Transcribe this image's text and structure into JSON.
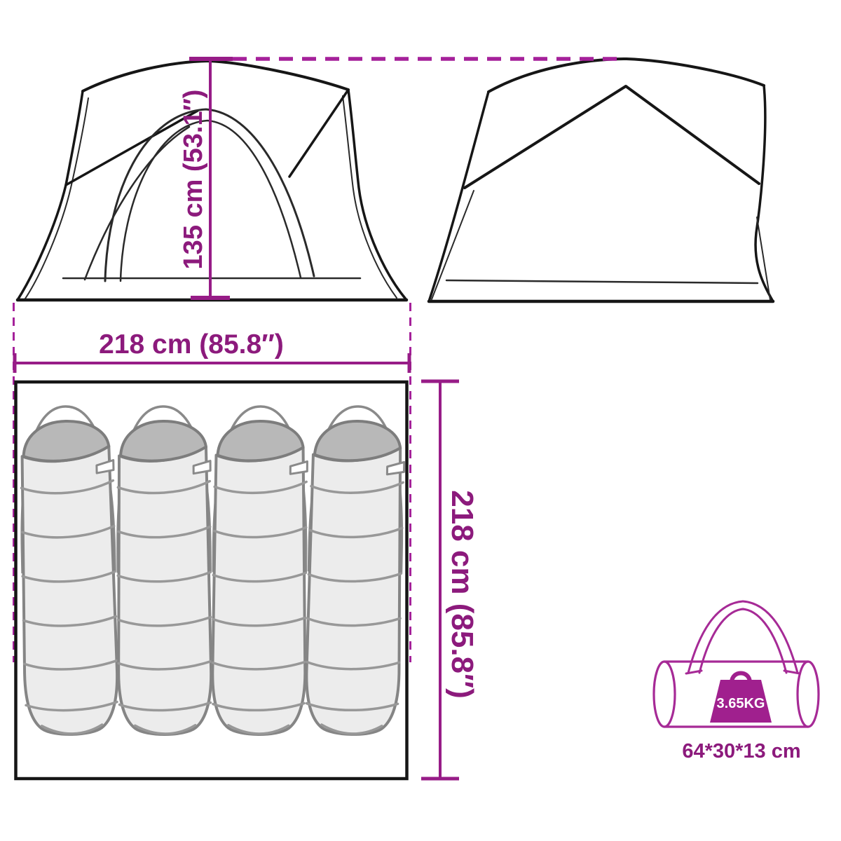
{
  "diagram": {
    "type": "product-dimension-diagram",
    "subject": "camping tent with sleeping capacity and packed carry bag",
    "views": {
      "front_view": "tent front elevation with inner dome and door",
      "back_view": "tent rear elevation",
      "floor_plan": "tent footprint containing 4 sleeping bags",
      "carry_bag": "packed duffel bag with weight icon"
    },
    "labels": {
      "height": "135 cm (53.1″)",
      "width": "218 cm (85.8″)",
      "depth": "218 cm (85.8″)",
      "bag_weight": "3.65KG",
      "bag_size": "64*30*13 cm"
    },
    "sleeping_bag_count": 4
  },
  "colors": {
    "accent_line": "#971c87",
    "accent_text": "#8c1a7c",
    "accent_dash": "#a5219a",
    "bag_outline": "#a62a96",
    "weight_fill": "#a0208e",
    "outline": "#161616",
    "background": "#ffffff"
  }
}
